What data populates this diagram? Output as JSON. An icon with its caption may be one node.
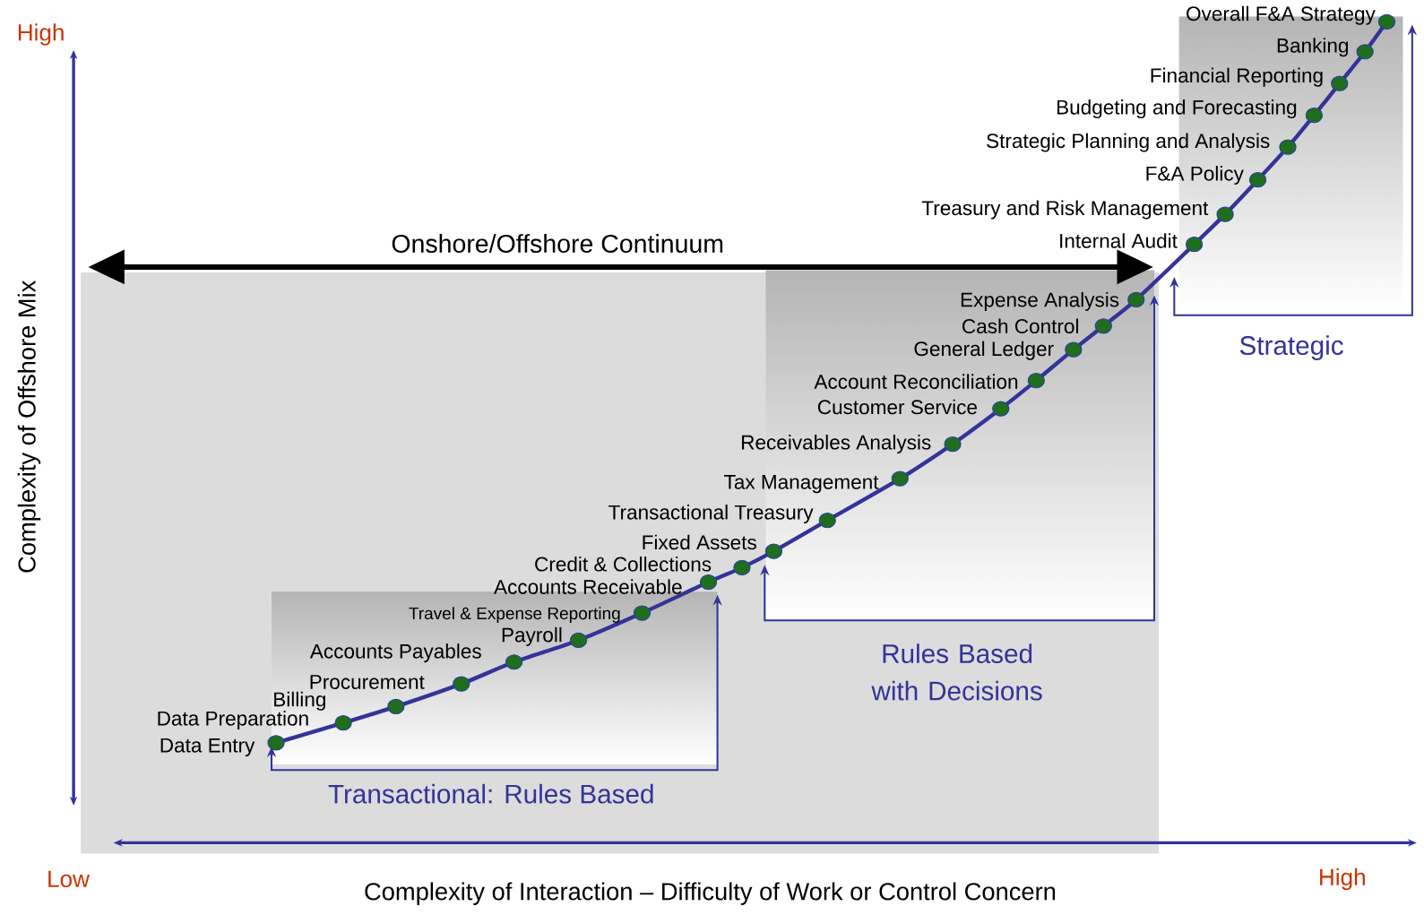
{
  "diagram": {
    "labels": [
      "High",
      "Overall F&A Strategy",
      "Banking",
      "Financial Reporting",
      "Budgeting and Forecasting",
      "Strategic Planning and Analysis",
      "F&A Policy",
      "Treasury and Risk Management",
      "Onshore/Offshore Continuum",
      "Internal Audit",
      "Expense Analysis",
      "Cash Control",
      "Strategic",
      "General Ledger",
      "Account Reconciliation",
      "Customer Service",
      "Receivables Analysis",
      "Tax Management",
      "Transactional Treasury",
      "Fixed Assets",
      "Credit & Collections",
      "Accounts Receivable",
      "Travel & Expense Reporting",
      "Payroll",
      "Accounts Payables",
      "Rules Based with Decisions",
      "Procurement",
      "Billing",
      "Data Preparation",
      "Data Entry",
      "Transactional: Rules Based",
      "Complexity of Offshore Mix",
      "Low",
      "High",
      "Complexity of Interaction – Difficulty of Work or Control Concern"
    ]
  }
}
